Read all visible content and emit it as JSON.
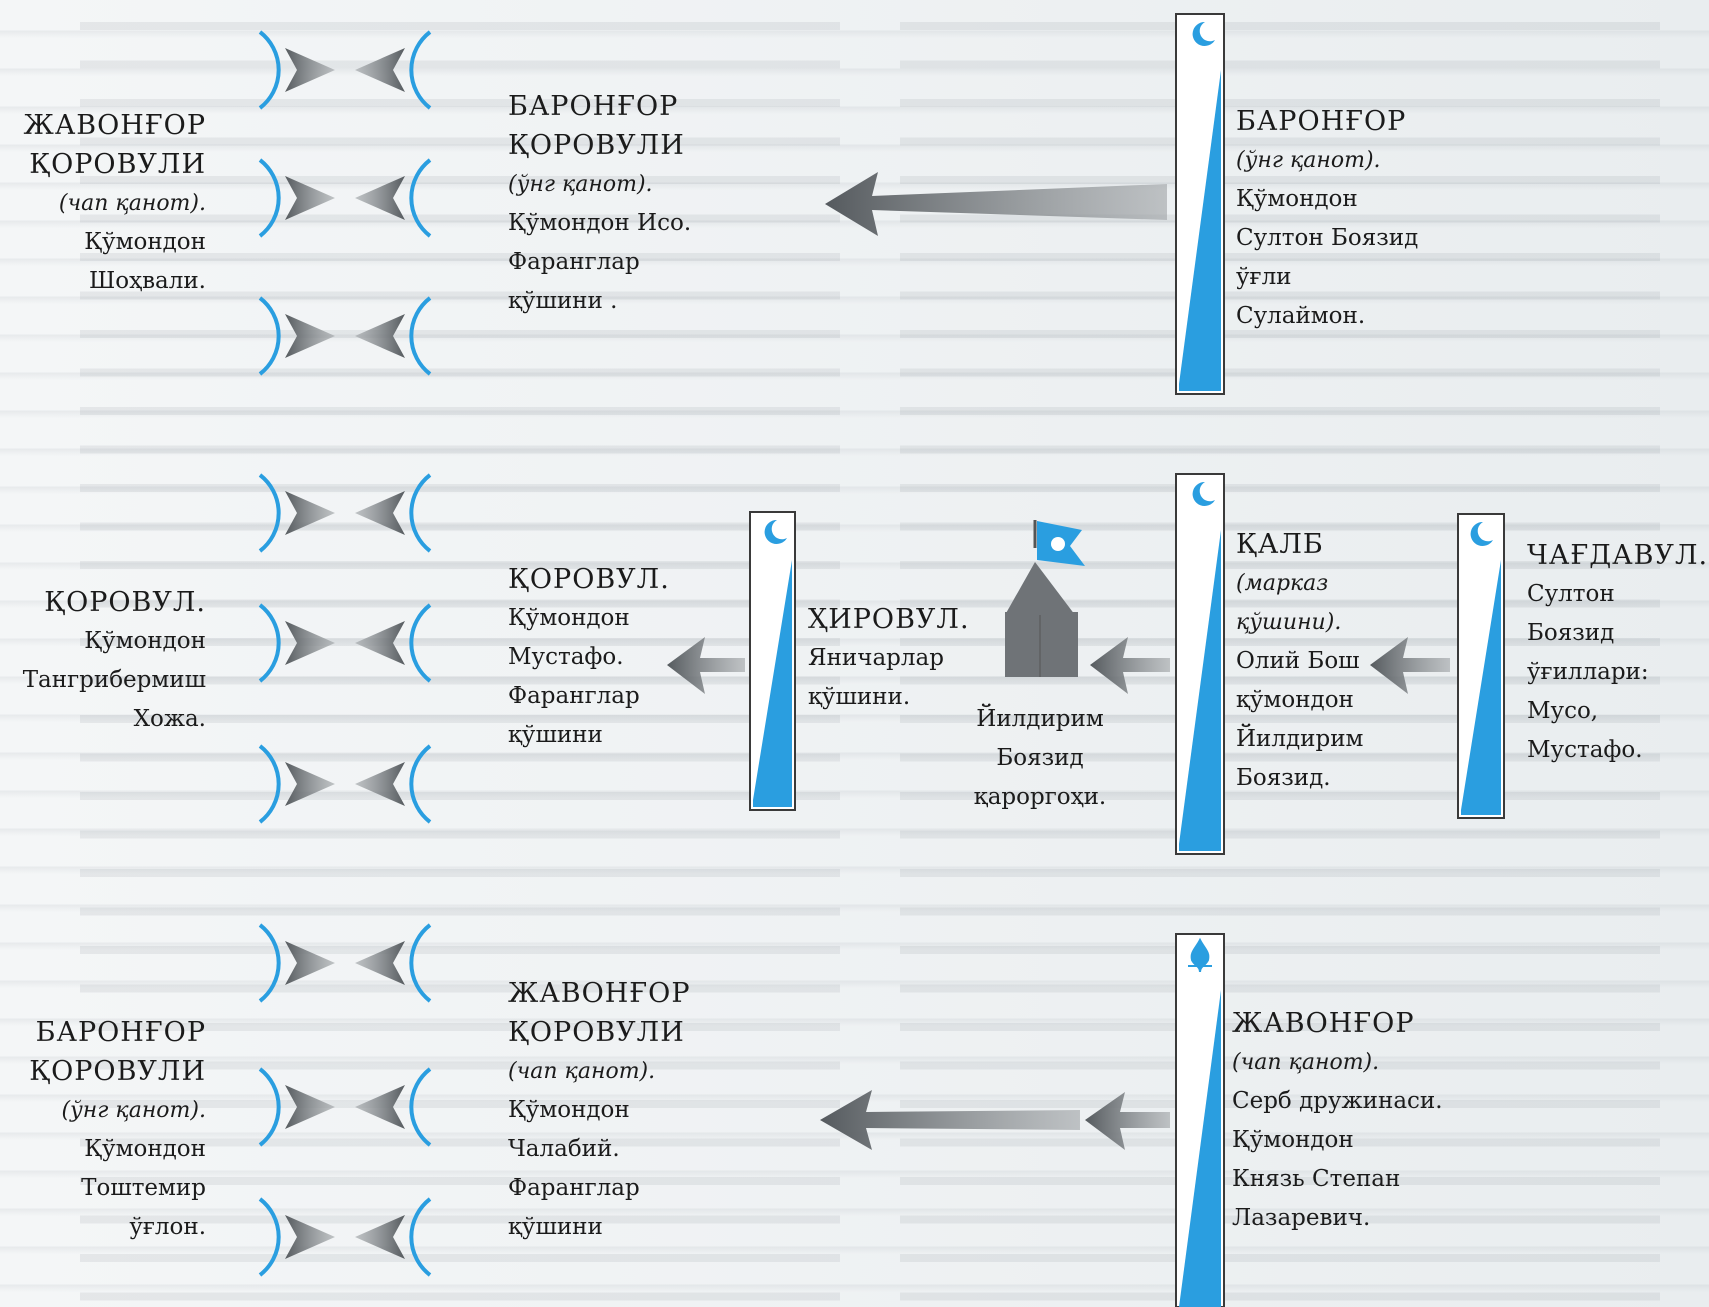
{
  "left_top": {
    "title1": "ЖАВОНҒОР",
    "title2": "ҚОРОВУЛИ",
    "wing": "(чап қанот).",
    "cmd": "Қўмондон",
    "name": "Шоҳвали."
  },
  "mid_top": {
    "title1": "БАРОНҒОР",
    "title2": "ҚОРОВУЛИ",
    "wing": "(ўнг қанот).",
    "cmd": "Қўмондон Исо.",
    "army1": "Фаранглар",
    "army2": "қўшини ."
  },
  "right_top": {
    "title": "БАРОНҒОР",
    "wing": "(ўнг қанот).",
    "cmd": "Қўмондон",
    "l1": "Султон Боязид",
    "l2": "ўғли",
    "l3": "Сулаймон."
  },
  "left_mid": {
    "title": "ҚОРОВУЛ.",
    "cmd": "Қўмондон",
    "l1": "Тангрибермиш",
    "l2": "Хожа."
  },
  "mid_mid": {
    "title": "ҚОРОВУЛ.",
    "cmd": "Қўмондон",
    "name": "Мустафо.",
    "army1": "Фаранглар",
    "army2": "қўшини"
  },
  "hirovul": {
    "title": "ҲИРОВУЛ.",
    "l1": "Яничарлар",
    "l2": "қўшини."
  },
  "tent": {
    "l1": "Йилдирим",
    "l2": "Боязид",
    "l3": "қароргоҳи."
  },
  "qalb": {
    "title": "ҚАЛБ",
    "w1": "(марказ",
    "w2": "қўшини).",
    "l1": "Олий Бош",
    "l2": "қўмондон",
    "l3": "Йилдирим",
    "l4": "Боязид."
  },
  "chagdavul": {
    "title": "ЧАҒДАВУЛ.",
    "l1": "Султон",
    "l2": "Боязид",
    "l3": "ўғиллари:",
    "l4": "Мусо,",
    "l5": "Мустафо."
  },
  "left_bot": {
    "title1": "БАРОНҒОР",
    "title2": "ҚОРОВУЛИ",
    "wing": "(ўнг қанот).",
    "cmd": "Қўмондон",
    "l1": "Тоштемир",
    "l2": "ўғлон."
  },
  "mid_bot": {
    "title1": "ЖАВОНҒОР",
    "title2": "ҚОРОВУЛИ",
    "wing": "(чап қанот).",
    "cmd": "Қўмондон",
    "name": "Чалабий.",
    "army1": "Фаранглар",
    "army2": "қўшини"
  },
  "right_bot": {
    "title": "ЖАВОНҒОР",
    "wing": "(чап қанот).",
    "l1": "Серб дружинаси.",
    "cmd": "Қўмондон",
    "l2": "Князь Степан",
    "l3": "Лазаревич."
  },
  "colors": {
    "accent": "#2a9ee0",
    "arrow": "#6b6e71",
    "text": "#1b1b1b"
  }
}
